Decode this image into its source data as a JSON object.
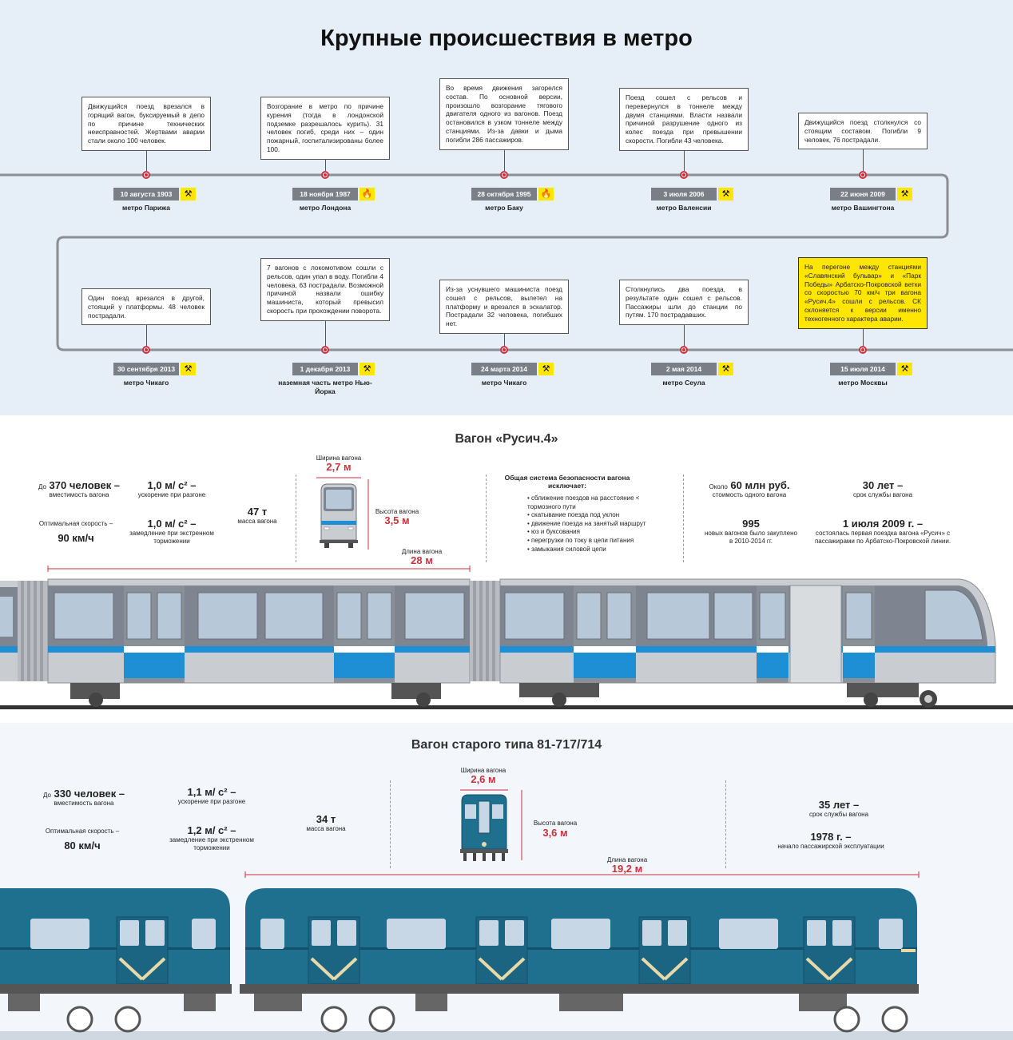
{
  "title": "Крупные происшествия в метро",
  "events": [
    {
      "text": "Движущийся поезд врезался в горящий вагон, буксируемый в депо по причине технических неисправностей. Жертвами аварии стали около 100 человек.",
      "date": "10 августа 1903",
      "place": "метро Парижа",
      "icon": "tools-icon",
      "highlight": false
    },
    {
      "text": "Возгорание в метро по причине курения (тогда в лондонской подземке разрешалось курить). 31 человек погиб, среди них – один пожарный, госпитализированы более 100.",
      "date": "18 ноября 1987",
      "place": "метро Лондона",
      "icon": "fire-icon",
      "highlight": false
    },
    {
      "text": "Во время движения загорелся состав. По основной версии, произошло возгорание тягового двигателя одного из вагонов. Поезд остановился в узком тоннеле между станциями. Из-за давки и дыма погибли 286 пассажиров.",
      "date": "28 октября 1995",
      "place": "метро Баку",
      "icon": "fire-icon",
      "highlight": false
    },
    {
      "text": "Поезд сошел с рельсов и перевернулся в тоннеле между двумя станциями. Власти назвали причиной разрушение одного из колес поезда при превышении скорости. Погибли 43 человека.",
      "date": "3 июля 2006",
      "place": "метро Валенсии",
      "icon": "tools-icon",
      "highlight": false
    },
    {
      "text": "Движущийся поезд столкнулся со стоящим составом. Погибли 9 человек, 76 пострадали.",
      "date": "22 июня 2009",
      "place": "метро Вашингтона",
      "icon": "tools-icon",
      "highlight": false
    },
    {
      "text": "Один поезд врезался в другой, стоящий у платформы. 48 человек пострадали.",
      "date": "30 сентября 2013",
      "place": "метро Чикаго",
      "icon": "tools-icon",
      "highlight": false
    },
    {
      "text": "7 вагонов с локомотивом сошли с рельсов, один упал в воду. Погибли 4 человека, 63 пострадали. Возможной причиной назвали ошибку машиниста, который превысил скорость при прохождении поворота.",
      "date": "1 декабря 2013",
      "place": "наземная часть метро Нью-Йорка",
      "icon": "tools-icon",
      "highlight": false
    },
    {
      "text": "Из-за уснувшего машиниста поезд сошел с рельсов, вылетел на платформу и врезался в эскалатор. Пострадали 32 человека, погибших нет.",
      "date": "24 марта 2014",
      "place": "метро Чикаго",
      "icon": "tools-icon",
      "highlight": false
    },
    {
      "text": "Столкнулись два поезда, в результате один сошел с рельсов. Пассажиры шли до станции по путям. 170 пострадавших.",
      "date": "2 мая 2014",
      "place": "метро Сеула",
      "icon": "tools-icon",
      "highlight": false
    },
    {
      "text": "На перегоне между станциями «Славянский бульвар» и «Парк Победы» Арбатско-Покровской ветки со скоростью 70 км/ч три вагона «Русич.4» сошли с рельсов. СК склоняется к версии именно техногенного характера аварии.",
      "date": "15 июля 2014",
      "place": "метро Москвы",
      "icon": "tools-icon",
      "highlight": true
    }
  ],
  "rusich": {
    "title": "Вагон «Русич.4»",
    "capacity": {
      "prefix": "До",
      "value": "370 человек –",
      "label": "вместимость вагона"
    },
    "accel": {
      "value": "1,0 м/ с² –",
      "label": "ускорение при разгоне"
    },
    "speed": {
      "label": "Оптимальная скорость –",
      "value": "90 км/ч"
    },
    "decel": {
      "value": "1,0 м/ с² –",
      "label": "замедление при экстренном торможении"
    },
    "mass": {
      "value": "47 т",
      "label": "масса вагона"
    },
    "width": {
      "label": "Ширина вагона",
      "value": "2,7 м"
    },
    "height": {
      "label": "Высота вагона",
      "value": "3,5 м"
    },
    "length": {
      "label": "Длина вагона",
      "value": "28 м"
    },
    "safety_title": "Общая система безопасности вагона исключает:",
    "safety_items": [
      "сближение поездов на расстояние < тормозного пути",
      "скатывание поезда под уклон",
      "движение поезда на занятый маршрут",
      "юз и буксования",
      "перегрузки по току в цепи питания",
      "замыкания силовой цепи"
    ],
    "cost": {
      "prefix": "Около",
      "value": "60 млн руб.",
      "label": "стоимость одного вагона"
    },
    "service": {
      "value": "30 лет –",
      "label": "срок службы вагона"
    },
    "bought": {
      "value": "995",
      "label": "новых вагонов было закуплено в 2010-2014 гг."
    },
    "first": {
      "value": "1 июля 2009 г. –",
      "label": "состоялась первая поездка вагона «Русич» с пассажирами по Арбатско-Покровской линии."
    },
    "colors": {
      "body": "#c9ccd0",
      "window_band": "#7e8590",
      "stripe": "#1e8fd5"
    }
  },
  "old": {
    "title": "Вагон старого типа 81-717/714",
    "capacity": {
      "prefix": "До",
      "value": "330 человек –",
      "label": "вместимость вагона"
    },
    "accel": {
      "value": "1,1 м/ с² –",
      "label": "ускорение при разгоне"
    },
    "speed": {
      "label": "Оптимальная скорость –",
      "value": "80 км/ч"
    },
    "decel": {
      "value": "1,2 м/ с² –",
      "label": "замедление при экстренном торможении"
    },
    "mass": {
      "value": "34 т",
      "label": "масса вагона"
    },
    "width": {
      "label": "Ширина вагона",
      "value": "2,6 м"
    },
    "height": {
      "label": "Высота вагона",
      "value": "3,6 м"
    },
    "length": {
      "label": "Длина вагона",
      "value": "19,2 м"
    },
    "service": {
      "value": "35 лет –",
      "label": "срок службы вагона"
    },
    "start": {
      "value": "1978 г. –",
      "label": "начало пассажирской эксплуатации"
    },
    "colors": {
      "body": "#1f6f8f",
      "window": "#c7d7e6",
      "door_x": "#e7d9a8"
    }
  }
}
